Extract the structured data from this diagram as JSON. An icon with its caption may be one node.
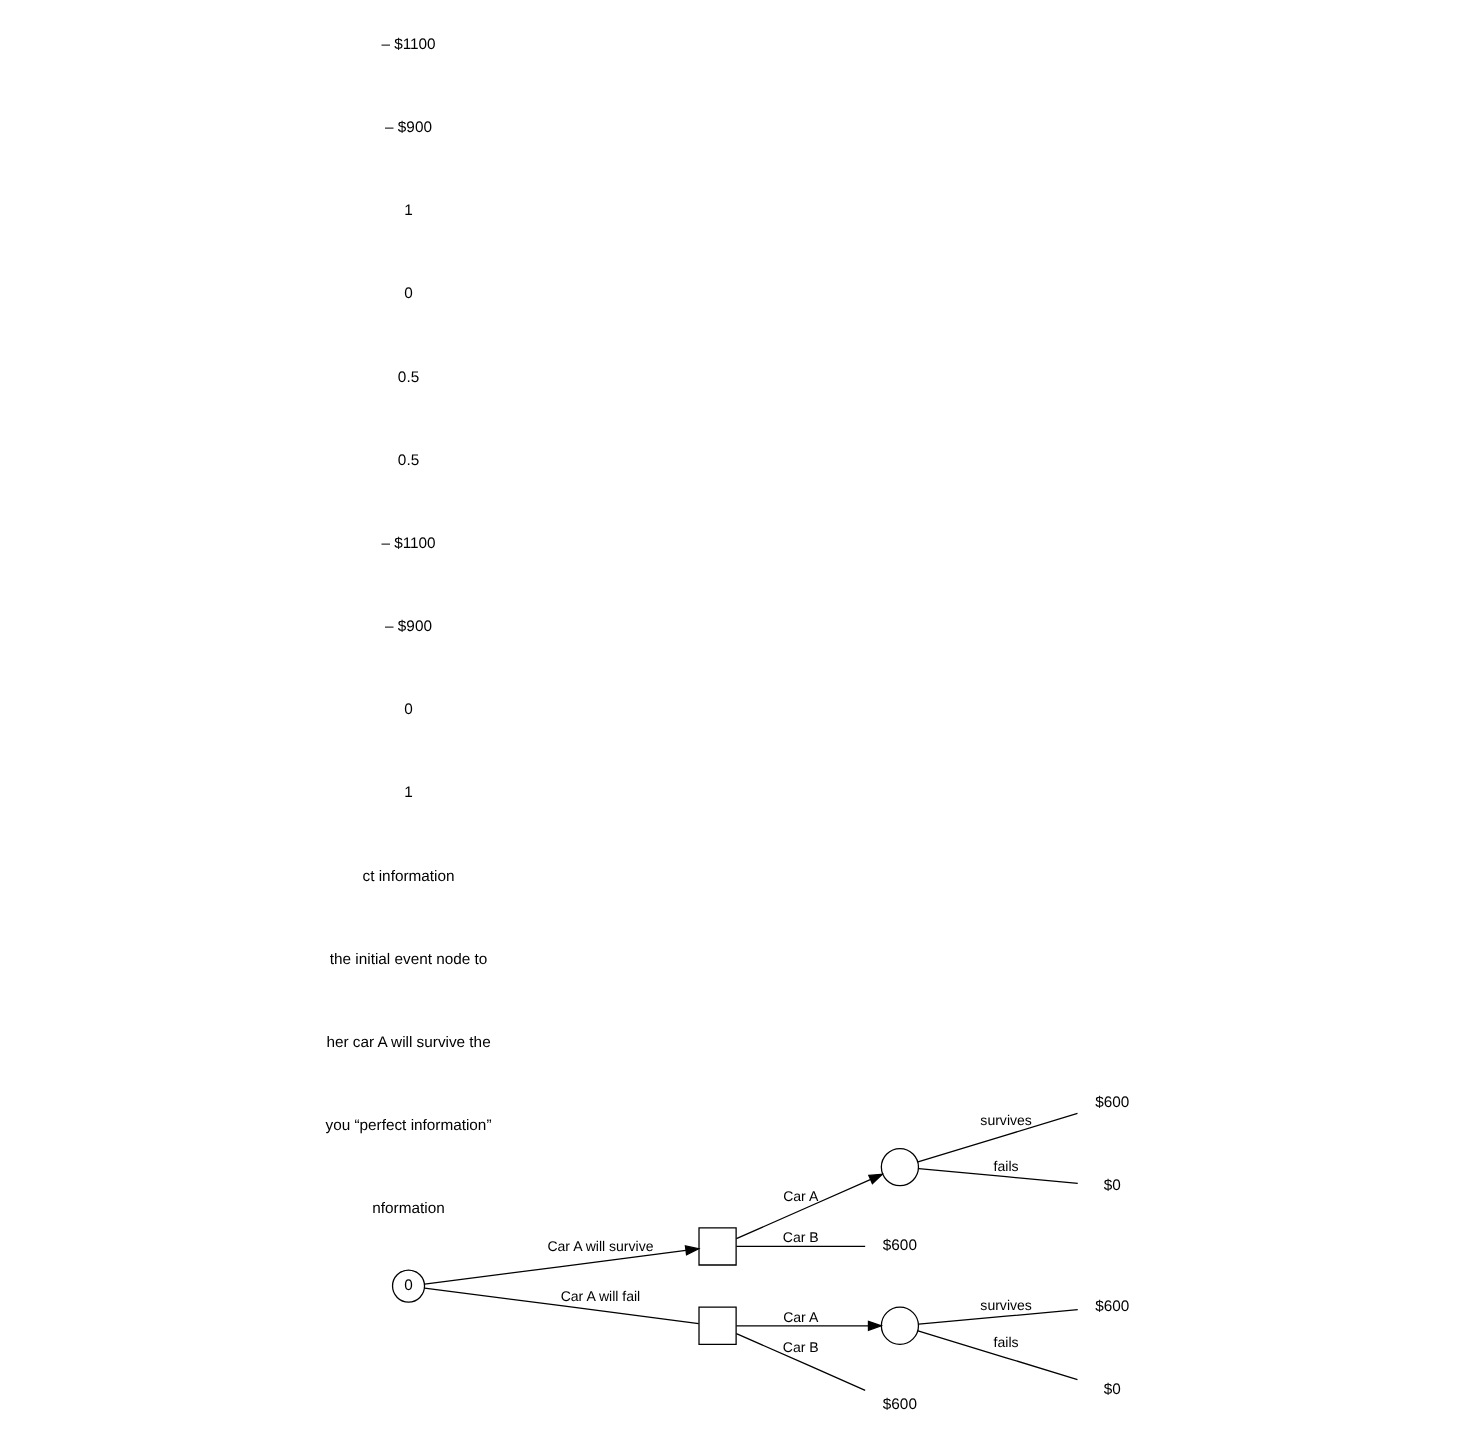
{
  "diagram": {
    "nodes": [
      {
        "text": [
          "0"
        ]
      },
      {
        "text": [],
        "shape": "box"
      },
      {
        "text": [],
        "shape": "circle"
      },
      {
        "text": [
          "$600"
        ]
      },
      {
        "text": [
          "$0"
        ]
      },
      {
        "text": [
          "$600"
        ]
      },
      {
        "text": [],
        "shape": "box"
      },
      {
        "text": [],
        "shape": "circle"
      },
      {
        "text": [
          "$600"
        ]
      },
      {
        "text": [
          "$0"
        ]
      },
      {
        "text": [
          "$600"
        ]
      }
    ],
    "edges": [
      {
        "from": 0,
        "to": 1,
        "arrow": "to",
        "label": "Car A will survive"
      },
      {
        "from": 1,
        "to": 2,
        "arrow": "to",
        "label": "Car A"
      },
      {
        "from": 2,
        "to": 3,
        "arrow": "none",
        "label": "survives"
      },
      {
        "from": 2,
        "to": 4,
        "arrow": "none",
        "label": "fails"
      },
      {
        "from": 1,
        "to": 5,
        "arrow": "none",
        "label": "Car B"
      },
      {
        "from": 0,
        "to": 6,
        "arrow": "none",
        "label": "Car A will fail"
      },
      {
        "from": 6,
        "to": 7,
        "arrow": "to",
        "label": "Car A"
      },
      {
        "from": 7,
        "to": 8,
        "arrow": "none",
        "label": "survives"
      },
      {
        "from": 7,
        "to": 9,
        "arrow": "none",
        "label": "fails"
      },
      {
        "from": 6,
        "to": 10,
        "arrow": "none",
        "label": "Car B"
      }
    ],
    "labels": [
      "nformation",
      "you “perfect information”",
      "her car A will survive the",
      "the initial event node to",
      "ct information",
      "1",
      "0",
      "– $900",
      "– $1100",
      "0.5",
      "0.5",
      "0",
      "1",
      "– $900",
      "– $1100"
    ]
  }
}
